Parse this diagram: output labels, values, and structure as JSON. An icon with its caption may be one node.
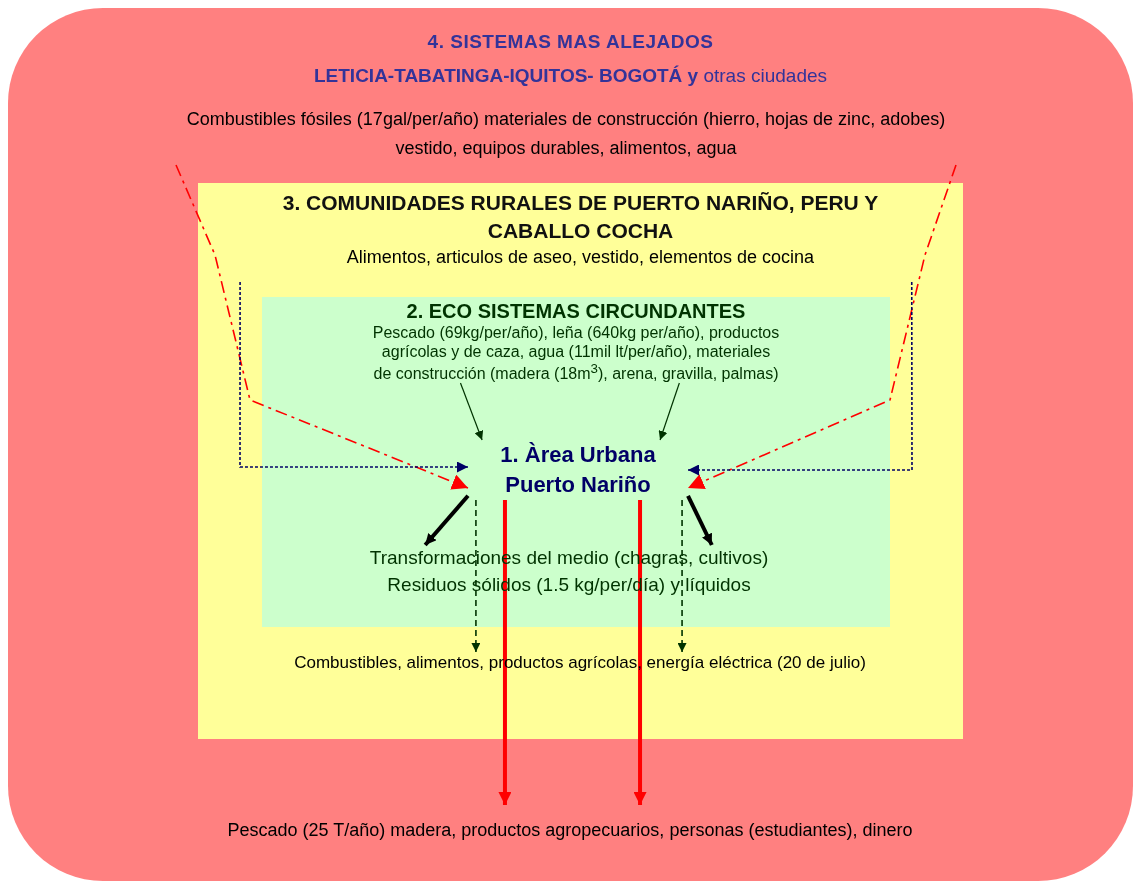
{
  "diagram": {
    "nodes": [
      {
        "text": [
          "4. SISTEMAS MAS ALEJADOS",
          "**LETICIA-TABATINGA-IQUITOS- BOGOTÁ y** otras ciudades"
        ]
      },
      {
        "text": [
          "Combustibles fósiles (17gal/per/año) materiales de construcción (hierro, hojas de zinc, adobes) vestido, equipos durables, alimentos, agua"
        ],
        "in": 0
      },
      {
        "text": [
          "3. COMUNIDADES RURALES DE PUERTO NARIÑO, PERU  Y CABALLO COCHA",
          "Alimentos, articulos de aseo, vestido, elementos de cocina"
        ],
        "in": 0
      },
      {
        "text": [
          "2. ECO SISTEMAS CIRCUNDANTES"
        ],
        "in": 2
      },
      {
        "text": [
          "Pescado (69kg/per/año), leña (640kg per/año), productos agrícolas y de caza, agua (11mil lt/per/año), materiales de construcción (madera (18m$^{3}$), arena, gravilla, palmas)"
        ],
        "in": 3
      },
      {
        "text": [
          "1. Àrea Urbana Puerto Nariño"
        ],
        "in": 3
      },
      {
        "text": [
          "Transformaciones del medio (chagras, cultivos)",
          "Residuos sólidos (1.5 kg/per/día) y líquidos"
        ],
        "in": 3
      },
      {
        "text": [
          "Combustibles, alimentos, productos agrícolas, energía eléctrica (20 de julio)"
        ],
        "in": 2
      },
      {
        "text": [
          "Pescado (25 T/año) madera, productos agropecuarios, personas (estudiantes), dinero"
        ],
        "in": 0
      }
    ],
    "edges": [
      {
        "from": 1,
        "to": 5,
        "arrow": "to",
        "style": "dashed",
        "color": "#ff0000"
      },
      {
        "from": 1,
        "to": 5,
        "arrow": "to",
        "style": "dashed",
        "color": "#ff0000"
      },
      {
        "from": 2,
        "to": 5,
        "arrow": "to",
        "style": "dashed",
        "color": "#000066"
      },
      {
        "from": 2,
        "to": 5,
        "arrow": "to",
        "style": "dashed",
        "color": "#000066"
      },
      {
        "from": 4,
        "to": 5,
        "arrow": "to",
        "color": "#003300"
      },
      {
        "from": 4,
        "to": 5,
        "arrow": "to",
        "color": "#003300"
      },
      {
        "from": 5,
        "to": 6,
        "arrow": "to",
        "style": "thick",
        "color": "#000000"
      },
      {
        "from": 5,
        "to": 6,
        "arrow": "to",
        "style": "thick",
        "color": "#000000"
      },
      {
        "from": 5,
        "to": 7,
        "arrow": "to",
        "style": "dashed",
        "color": "#003300"
      },
      {
        "from": 5,
        "to": 7,
        "arrow": "to",
        "style": "dashed",
        "color": "#003300"
      },
      {
        "from": 5,
        "to": 8,
        "arrow": "to",
        "style": "thick",
        "color": "#ff0000"
      },
      {
        "from": 5,
        "to": 8,
        "arrow": "to",
        "style": "thick",
        "color": "#ff0000"
      }
    ]
  }
}
